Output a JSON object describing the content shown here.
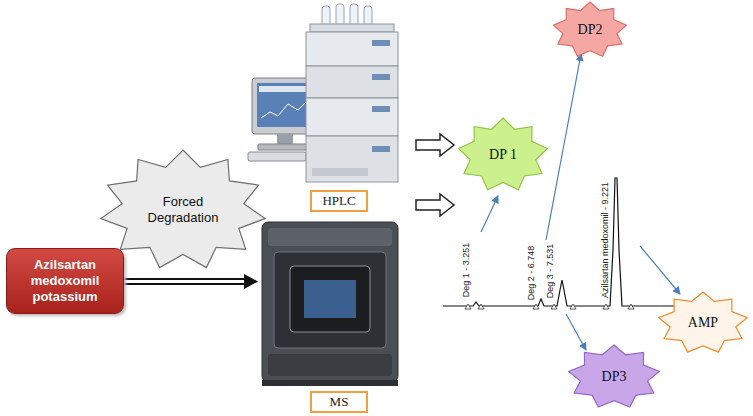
{
  "diagram": {
    "nodes": [
      {
        "text": [
          "Azilsartan medoxomil potassium"
        ]
      },
      {
        "text": [
          "Forced Degradation"
        ]
      },
      {
        "text": [
          "HPLC"
        ]
      },
      {
        "text": [
          "MS"
        ]
      },
      {
        "text": [
          "DP 1"
        ]
      },
      {
        "text": [
          "DP2"
        ]
      },
      {
        "text": [
          "DP3"
        ]
      },
      {
        "text": [
          "AMP"
        ]
      }
    ],
    "labels": [
      "Deg 1 - 3.251",
      "Deg 2 - 6.748",
      "Deg 3 - 7.531",
      "Azilsartan medoxomil - 9.221"
    ]
  }
}
